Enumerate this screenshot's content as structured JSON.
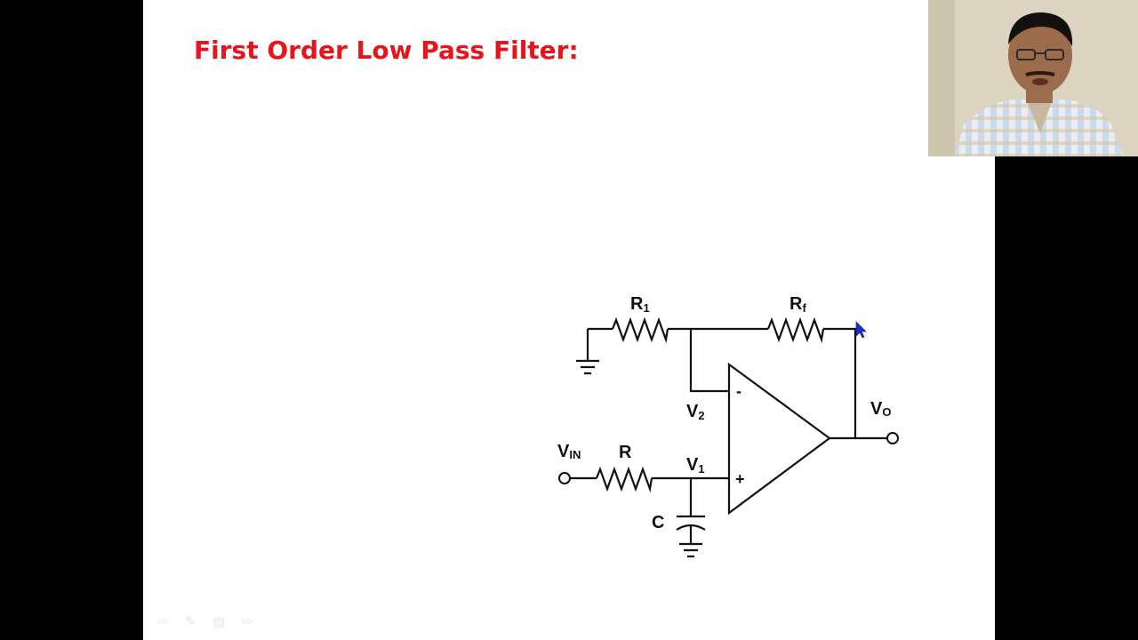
{
  "slide": {
    "title": "First Order Low Pass Filter:",
    "background": "#ffffff",
    "title_color": "#e8141b"
  },
  "circuit": {
    "labels": {
      "r1_main": "R",
      "r1_sub": "1",
      "rf_main": "R",
      "rf_sub": "f",
      "r": "R",
      "c": "C",
      "v2_main": "V",
      "v2_sub": "2",
      "v1_main": "V",
      "v1_sub": "1",
      "vin_main": "V",
      "vin_sub": "IN",
      "vo_main": "V",
      "vo_sub": "O",
      "minus": "-",
      "plus": "+"
    }
  },
  "controls": {
    "icons": [
      "back-arrow-icon",
      "pen-icon",
      "menu-icon",
      "forward-arrow-icon"
    ]
  },
  "webcam": {
    "description_icon": "presenter-video-icon"
  }
}
